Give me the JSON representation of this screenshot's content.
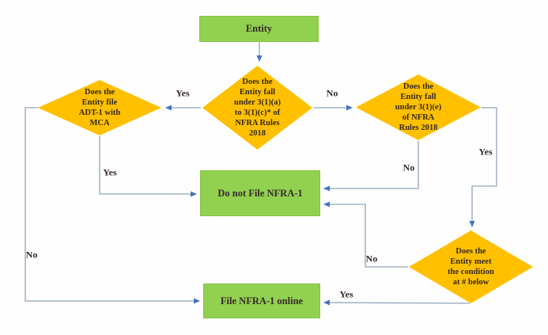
{
  "diagram": {
    "type": "flowchart",
    "colors": {
      "process_fill": "#92D050",
      "decision_fill": "#FFC000",
      "connector_line": "#91a3b8",
      "arrowhead": "#4472C4",
      "text": "#352a28"
    },
    "nodes": {
      "entity": {
        "shape": "rectangle",
        "label": "Entity"
      },
      "decision_main": {
        "shape": "diamond",
        "label": "Does the\nEntity  fall\nunder 3(1)(a)\nto 3(1)(c)* of\nNFRA  Rules\n2018"
      },
      "decision_adt1": {
        "shape": "diamond",
        "label": "Does the\nEntity  file\nADT-1 with\nMCA"
      },
      "decision_31e": {
        "shape": "diamond",
        "label": "Does the\nEntity  fall\nunder 3(1)(e)\nof NFRA\nRules 2018"
      },
      "decision_condition": {
        "shape": "diamond",
        "label": "Does the\nEntity meet\nthe condition\nat # below"
      },
      "do_not_file": {
        "shape": "rectangle",
        "label": "Do not File NFRA-1"
      },
      "file_online": {
        "shape": "rectangle",
        "label": "File NFRA-1 online"
      }
    },
    "edges": {
      "entity_to_main": {
        "from": "entity",
        "to": "decision_main",
        "label": ""
      },
      "main_yes": {
        "from": "decision_main",
        "to": "decision_adt1",
        "label": "Yes"
      },
      "main_no": {
        "from": "decision_main",
        "to": "decision_31e",
        "label": "No"
      },
      "adt1_yes": {
        "from": "decision_adt1",
        "to": "do_not_file",
        "label": "Yes"
      },
      "adt1_no": {
        "from": "decision_adt1",
        "to": "file_online",
        "label": "No"
      },
      "e31_no": {
        "from": "decision_31e",
        "to": "do_not_file",
        "label": "No"
      },
      "e31_yes": {
        "from": "decision_31e",
        "to": "decision_condition",
        "label": "Yes"
      },
      "cond_no": {
        "from": "decision_condition",
        "to": "do_not_file",
        "label": "No"
      },
      "cond_yes": {
        "from": "decision_condition",
        "to": "file_online",
        "label": "Yes"
      }
    }
  }
}
